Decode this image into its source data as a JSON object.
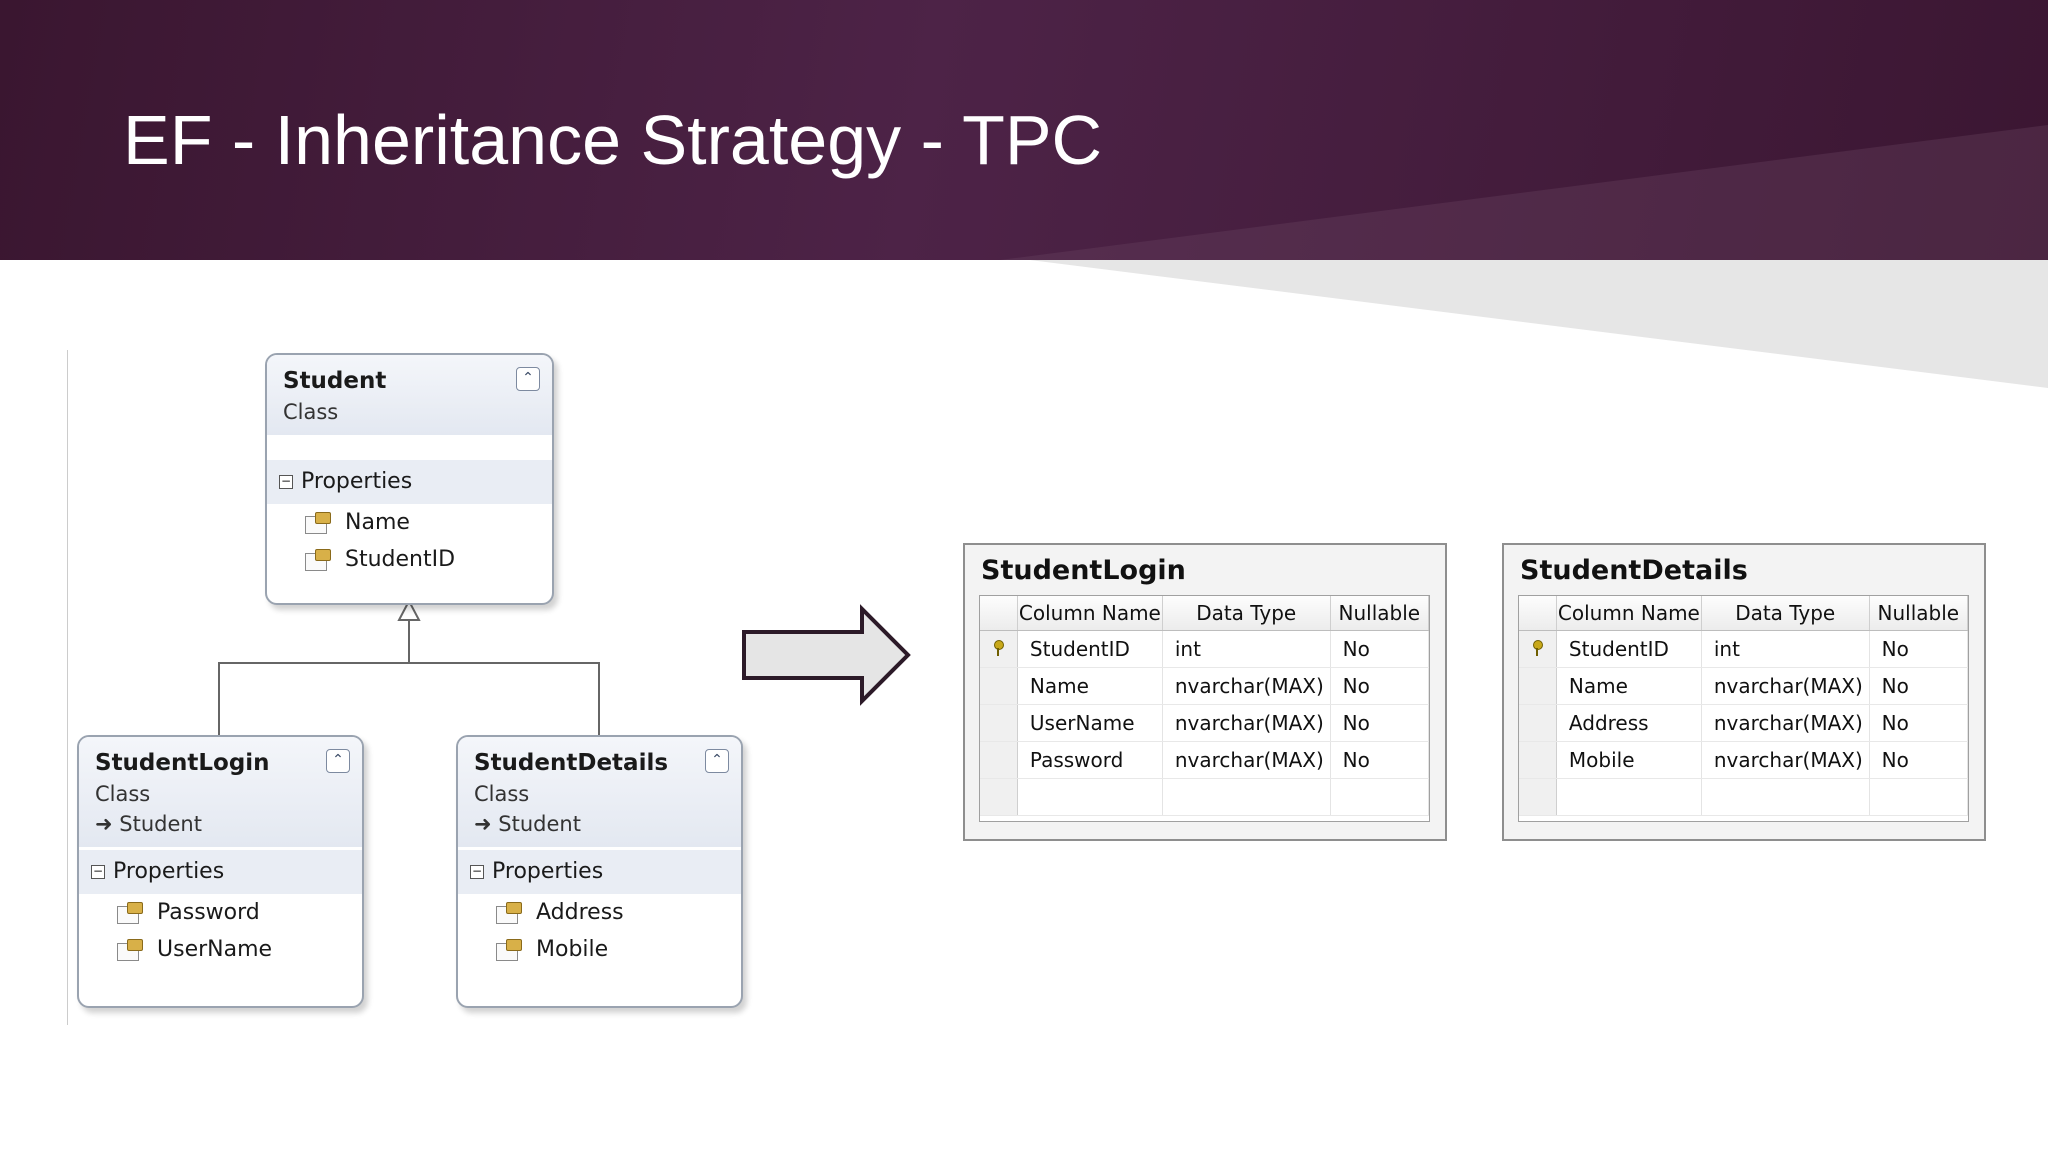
{
  "slide": {
    "title": "EF - Inheritance Strategy - TPC"
  },
  "colors": {
    "header_dark": "#3a1630",
    "header_mid": "#4d2347",
    "slant_grey": "#e6e6e6"
  },
  "model": {
    "classes": [
      {
        "id": "student",
        "name": "Student",
        "stereotype": "Class",
        "base": "",
        "properties_label": "Properties",
        "properties": [
          "Name",
          "StudentID"
        ]
      },
      {
        "id": "studentlogin",
        "name": "StudentLogin",
        "stereotype": "Class",
        "base": "Student",
        "properties_label": "Properties",
        "properties": [
          "Password",
          "UserName"
        ]
      },
      {
        "id": "studentdetails",
        "name": "StudentDetails",
        "stereotype": "Class",
        "base": "Student",
        "properties_label": "Properties",
        "properties": [
          "Address",
          "Mobile"
        ]
      }
    ]
  },
  "tables": [
    {
      "name": "StudentLogin",
      "columns": [
        "Column Name",
        "Data Type",
        "Nullable"
      ],
      "rows": [
        {
          "key": true,
          "cells": [
            "StudentID",
            "int",
            "No"
          ]
        },
        {
          "key": false,
          "cells": [
            "Name",
            "nvarchar(MAX)",
            "No"
          ]
        },
        {
          "key": false,
          "cells": [
            "UserName",
            "nvarchar(MAX)",
            "No"
          ]
        },
        {
          "key": false,
          "cells": [
            "Password",
            "nvarchar(MAX)",
            "No"
          ]
        }
      ]
    },
    {
      "name": "StudentDetails",
      "columns": [
        "Column Name",
        "Data Type",
        "Nullable"
      ],
      "rows": [
        {
          "key": true,
          "cells": [
            "StudentID",
            "int",
            "No"
          ]
        },
        {
          "key": false,
          "cells": [
            "Name",
            "nvarchar(MAX)",
            "No"
          ]
        },
        {
          "key": false,
          "cells": [
            "Address",
            "nvarchar(MAX)",
            "No"
          ]
        },
        {
          "key": false,
          "cells": [
            "Mobile",
            "nvarchar(MAX)",
            "No"
          ]
        }
      ]
    }
  ]
}
